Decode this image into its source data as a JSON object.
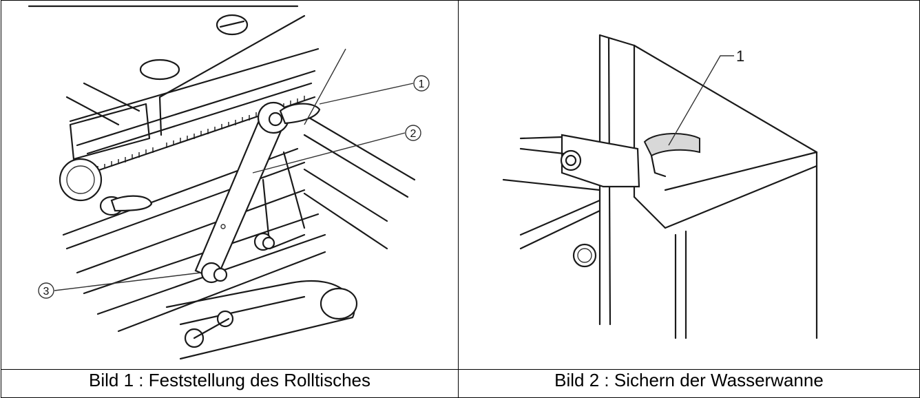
{
  "figures": [
    {
      "caption": "Bild 1 : Feststellung des Rolltisches",
      "callouts": [
        "1",
        "2",
        "3"
      ]
    },
    {
      "caption": "Bild 2 : Sichern der Wasserwanne",
      "callouts": [
        "1"
      ]
    }
  ]
}
